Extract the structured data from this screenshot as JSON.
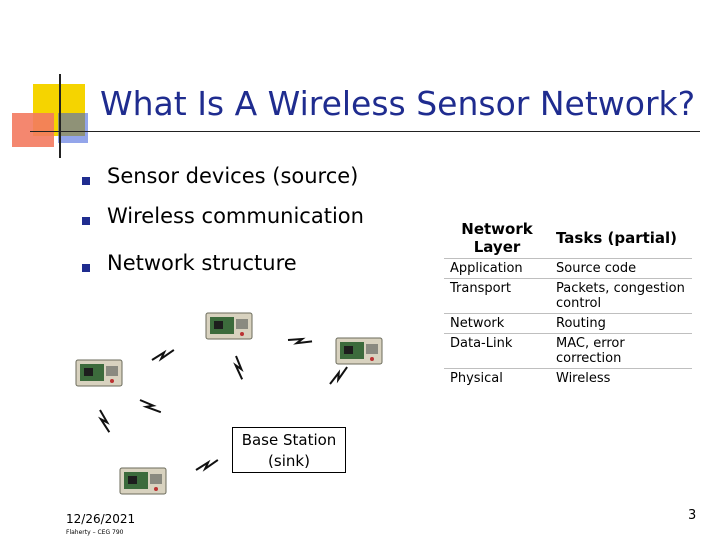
{
  "slide": {
    "title": "What Is A Wireless Sensor Network?",
    "bullets": [
      "Sensor devices (source)",
      "Wireless communication",
      "Network structure"
    ]
  },
  "table": {
    "headers": [
      "Network Layer",
      "Tasks (partial)"
    ],
    "rows": [
      [
        "Application",
        "Source code"
      ],
      [
        "Transport",
        "Packets, congestion control"
      ],
      [
        "Network",
        "Routing"
      ],
      [
        "Data-Link",
        "MAC, error correction"
      ],
      [
        "Physical",
        "Wireless"
      ]
    ]
  },
  "diagram": {
    "base_station_label": "Base Station (sink)"
  },
  "footer": {
    "date": "12/26/2021",
    "author": "Flaherty – CEG 790",
    "page_number": "3"
  },
  "colors": {
    "title": "#1f2c8f",
    "bullet": "#1f2c8f",
    "deco_yellow": "#f5d400",
    "deco_red": "#e8553a",
    "deco_blue": "#3a5bd8",
    "sensor_green": "#3c6b3c"
  }
}
